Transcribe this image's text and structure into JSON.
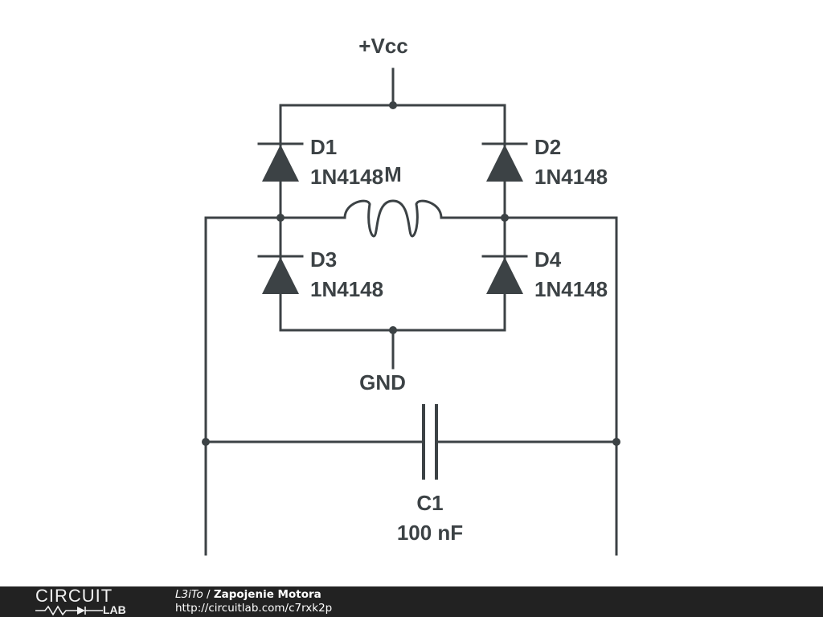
{
  "schematic": {
    "labels": {
      "vcc": "+Vcc",
      "gnd": "GND",
      "d1_ref": "D1",
      "d1_val": "1N4148",
      "d2_ref": "D2",
      "d2_val": "1N4148",
      "d3_ref": "D3",
      "d3_val": "1N4148",
      "d4_ref": "D4",
      "d4_val": "1N4148",
      "motor": "M",
      "c1_ref": "C1",
      "c1_val": "100 nF"
    },
    "colors": {
      "wire": "#3c4245",
      "background": "#ffffff"
    }
  },
  "footer": {
    "logo_top": "CIRCUIT",
    "logo_bottom": "LAB",
    "author": "L3iTo",
    "separator": " / ",
    "title": "Zapojenie Motora",
    "url": "http://circuitlab.com/c7rxk2p",
    "background": "#222222"
  }
}
